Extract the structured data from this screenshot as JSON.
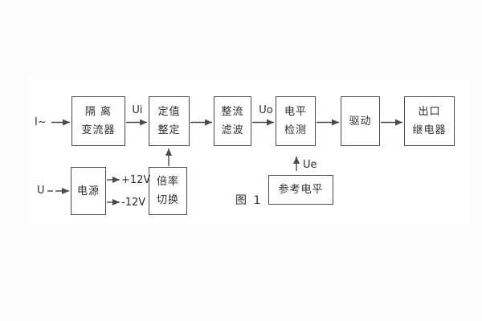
{
  "figure": {
    "caption": "图 1",
    "boxes": {
      "isolation": {
        "line1": "隔 离",
        "line2": "变流器"
      },
      "setting": {
        "line1": "定值",
        "line2": "整定"
      },
      "rectifier": {
        "line1": "整流",
        "line2": "滤波"
      },
      "level": {
        "line1": "电平",
        "line2": "检测"
      },
      "drive": {
        "line1": "驱动"
      },
      "relay": {
        "line1": "出口",
        "line2": "继电器"
      },
      "power": {
        "line1": "电源"
      },
      "ratio": {
        "line1": "倍率",
        "line2": "切换"
      },
      "reference": {
        "line1": "参考电平"
      }
    },
    "labels": {
      "input_current": "I~",
      "input_voltage": "U",
      "ui": "Ui",
      "uo": "Uo",
      "ue": "Ue",
      "plus_12v": "+12V",
      "minus_12v": "-12V"
    },
    "colors": {
      "line": "#4a4a4a",
      "text": "#2e2e2e",
      "background": "#ffffff"
    }
  }
}
